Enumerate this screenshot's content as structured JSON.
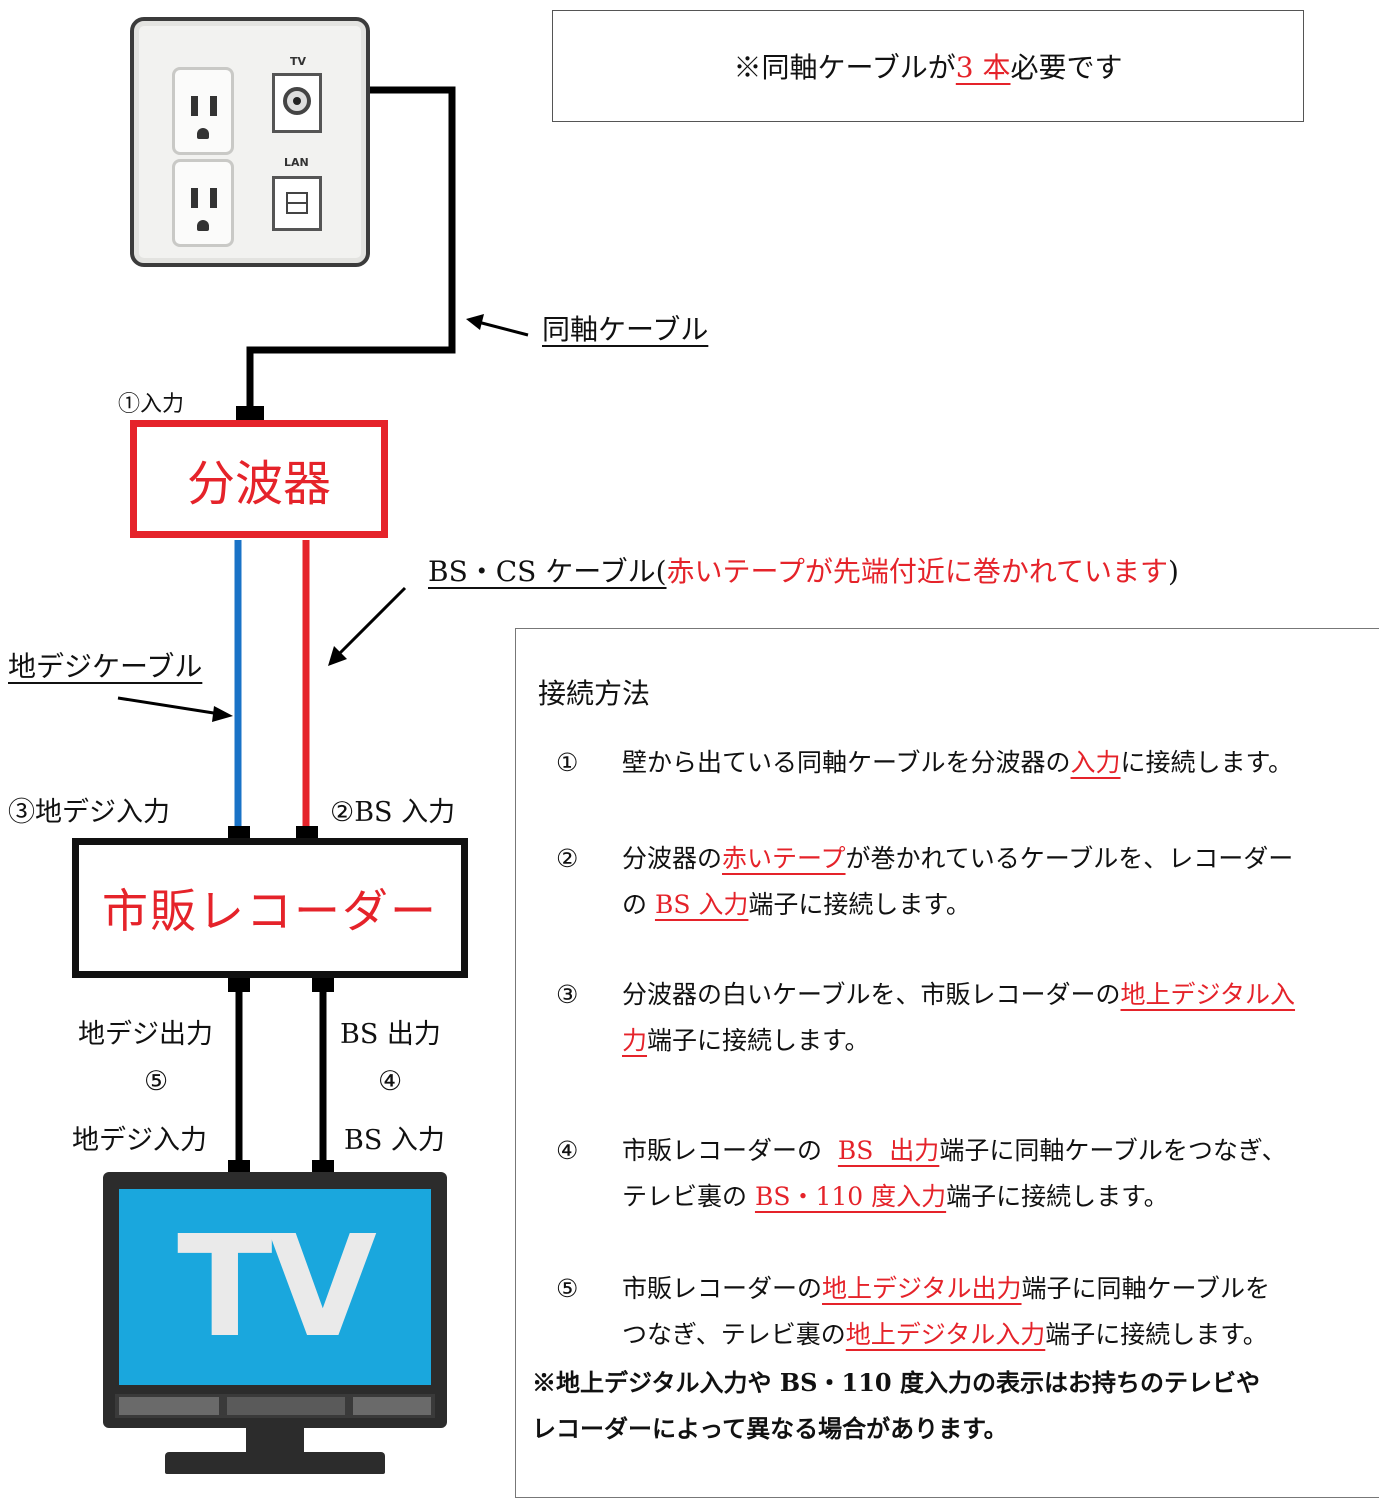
{
  "wall_plate": {
    "tv_label": "TV",
    "lan_label": "LAN"
  },
  "note_top": {
    "prefix": "※同軸ケーブルが",
    "count": "3 本",
    "suffix": "必要です"
  },
  "labels": {
    "coax_cable": "同軸ケーブル",
    "input_1": "①入力",
    "bs_cs_cable": "BS・CS ケーブル(",
    "bs_cs_cable_note": "赤いテープが先端付近に巻かれています",
    "bs_cs_cable_close": ")",
    "terrestrial_cable": "地デジケーブル",
    "input_3": "③地デジ入力",
    "input_2": "②BS 入力",
    "out_terrestrial": "地デジ出力",
    "out_bs": "BS 出力",
    "num_5": "⑤",
    "num_4": "④",
    "in_terrestrial": "地デジ入力",
    "in_bs": "BS 入力"
  },
  "splitter": {
    "label": "分波器"
  },
  "recorder": {
    "label": "市販レコーダー"
  },
  "tv": {
    "logo": "TV"
  },
  "instructions": {
    "title": "接続方法",
    "step1": {
      "num": "①",
      "a": "壁から出ている同軸ケーブルを分波器の",
      "b": "入力",
      "c": "に接続します。"
    },
    "step2": {
      "num": "②",
      "a": "分波器の",
      "b": "赤いテープ",
      "c": "が巻かれているケーブルを、レコーダー",
      "d": "の ",
      "e": "BS 入力",
      "f": "端子に接続します。"
    },
    "step3": {
      "num": "③",
      "a": "分波器の白いケーブルを、市販レコーダーの",
      "b": "地上デジタル入",
      "c": "力",
      "d": "端子に接続します。"
    },
    "step4": {
      "num": "④",
      "a": "市販レコーダーの  ",
      "b": "BS  出力",
      "c": "端子に同軸ケーブルをつなぎ、",
      "d": "テレビ裏の ",
      "e": "BS・110 度入力",
      "f": "端子に接続します。"
    },
    "step5": {
      "num": "⑤",
      "a": "市販レコーダーの",
      "b": "地上デジタル出力",
      "c": "端子に同軸ケーブルを",
      "d": "つなぎ、テレビ裏の",
      "e": "地上デジタル入力",
      "f": "端子に接続します。"
    },
    "warning_line1": "※地上デジタル入力や BS・110 度入力の表示はお持ちのテレビや",
    "warning_line2": "レコーダーによって異なる場合があります。"
  },
  "colors": {
    "accent_red": "#e5232a",
    "terrestrial_blue": "#1a73c7",
    "tv_screen": "#1aa7dd"
  }
}
